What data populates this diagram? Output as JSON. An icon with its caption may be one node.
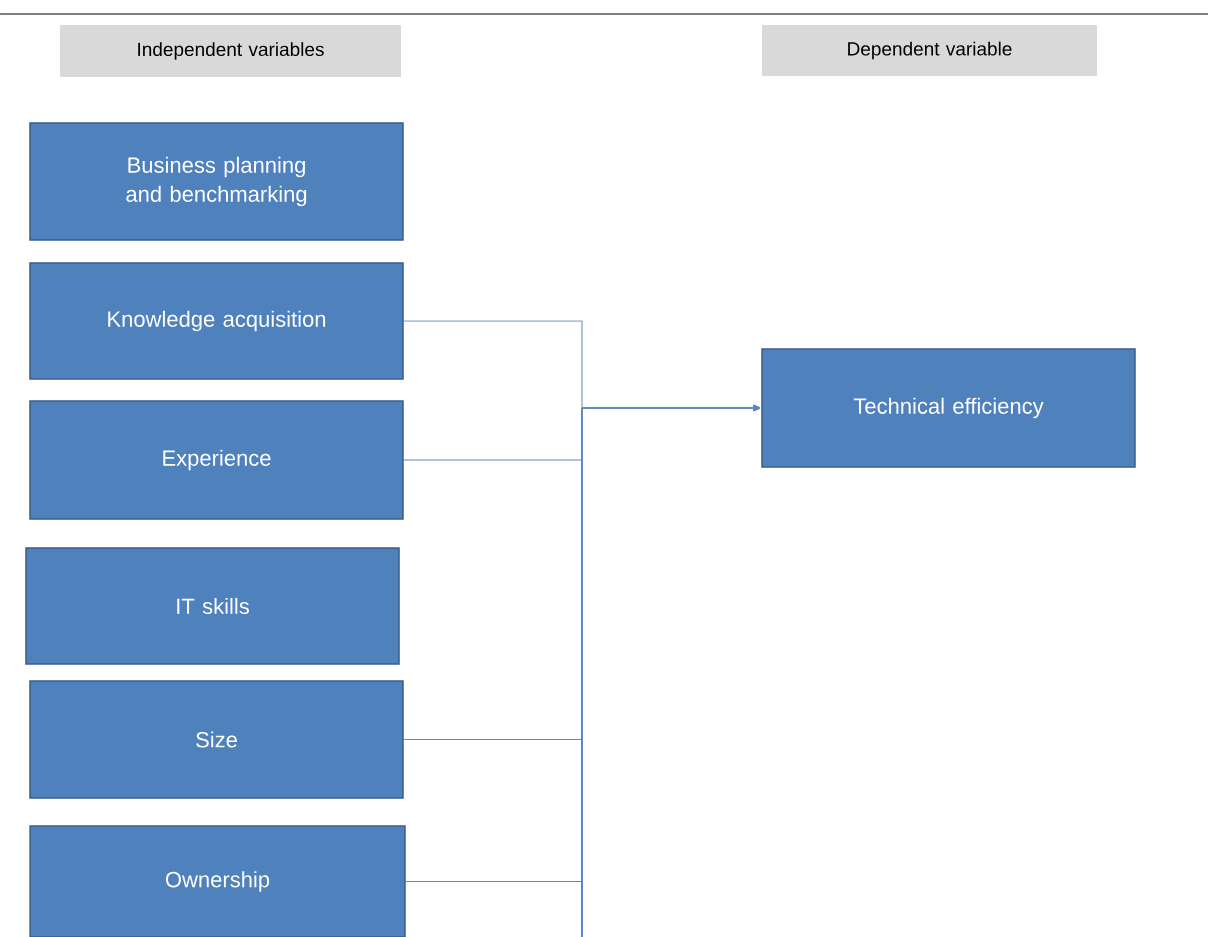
{
  "diagram": {
    "nodes": [
      {
        "text": [
          "Independent variables"
        ]
      },
      {
        "text": [
          "Dependent variable"
        ]
      },
      {
        "text": [
          "Business planning and benchmarking"
        ]
      },
      {
        "text": [
          "Knowledge acquisition"
        ]
      },
      {
        "text": [
          "Experience"
        ]
      },
      {
        "text": [
          "IT skills"
        ]
      },
      {
        "text": [
          "Size"
        ]
      },
      {
        "text": [
          "Ownership"
        ]
      },
      {
        "text": [
          "Technical efficiency"
        ]
      }
    ],
    "edges": [
      {
        "from": 3,
        "to": 8,
        "arrow": "to"
      },
      {
        "from": 4,
        "to": 8,
        "arrow": "to"
      },
      {
        "from": 6,
        "to": 8,
        "arrow": "to"
      },
      {
        "from": 7,
        "to": 8,
        "arrow": "to"
      }
    ]
  }
}
